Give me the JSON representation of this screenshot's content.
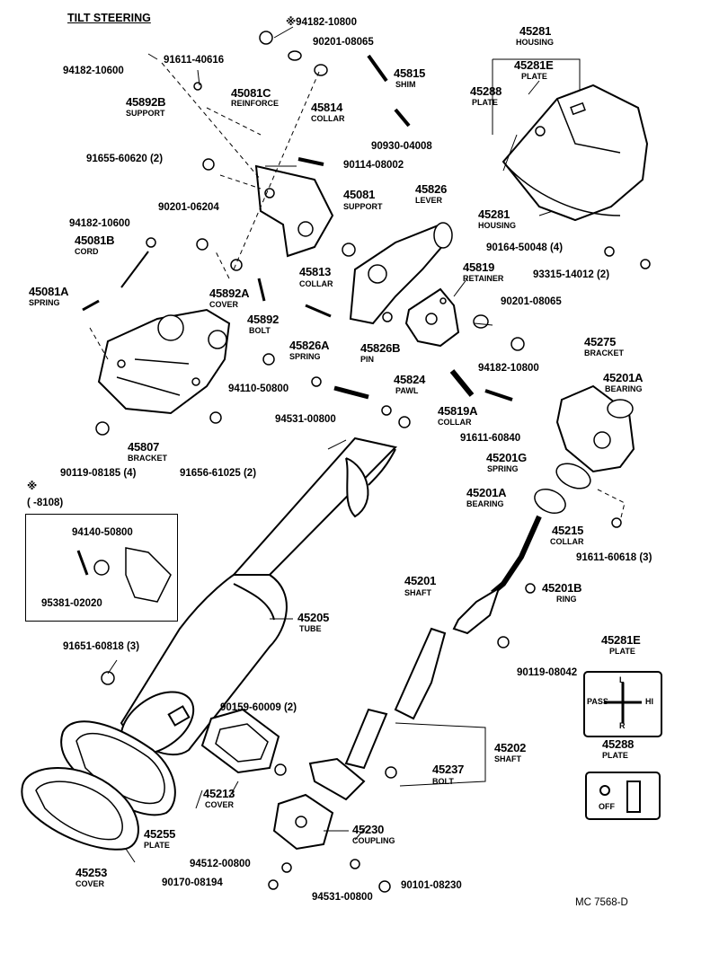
{
  "title": "TILT STEERING",
  "ref_code": "MC 7568-D",
  "asterisk": "※",
  "inset_range": "(    -8108)",
  "plate_marks": {
    "top": "L",
    "bottom": "R",
    "pass": "PASS",
    "hi": "HI",
    "off": "OFF"
  },
  "parts": [
    {
      "id": "p01",
      "number": "※94182-10800",
      "desc": ""
    },
    {
      "id": "p02",
      "number": "90201-08065",
      "desc": ""
    },
    {
      "id": "p03",
      "number": "94182-10600",
      "desc": ""
    },
    {
      "id": "p04",
      "number": "91611-40616",
      "desc": ""
    },
    {
      "id": "p05",
      "number": "45892B",
      "desc": "SUPPORT"
    },
    {
      "id": "p06",
      "number": "45081C",
      "desc": "REINFORCE"
    },
    {
      "id": "p07",
      "number": "45814",
      "desc": "COLLAR"
    },
    {
      "id": "p08",
      "number": "45815",
      "desc": "SHIM"
    },
    {
      "id": "p09",
      "number": "90930-04008",
      "desc": ""
    },
    {
      "id": "p10",
      "number": "91655-60620 (2)",
      "desc": ""
    },
    {
      "id": "p11",
      "number": "90114-08002",
      "desc": ""
    },
    {
      "id": "p12",
      "number": "45081",
      "desc": "SUPPORT"
    },
    {
      "id": "p13",
      "number": "90201-06204",
      "desc": ""
    },
    {
      "id": "p14",
      "number": "94182-10600",
      "desc": ""
    },
    {
      "id": "p15",
      "number": "45081B",
      "desc": "CORD"
    },
    {
      "id": "p16",
      "number": "45826",
      "desc": "LEVER"
    },
    {
      "id": "p17",
      "number": "45813",
      "desc": "COLLAR"
    },
    {
      "id": "p18",
      "number": "45819",
      "desc": "RETAINER"
    },
    {
      "id": "p19",
      "number": "45892A",
      "desc": "COVER"
    },
    {
      "id": "p20",
      "number": "45081A",
      "desc": "SPRING"
    },
    {
      "id": "p21",
      "number": "45892",
      "desc": "BOLT"
    },
    {
      "id": "p22",
      "number": "90201-08065",
      "desc": ""
    },
    {
      "id": "p23",
      "number": "45826A",
      "desc": "SPRING"
    },
    {
      "id": "p24",
      "number": "45826B",
      "desc": "PIN"
    },
    {
      "id": "p25",
      "number": "94182-10800",
      "desc": ""
    },
    {
      "id": "p26",
      "number": "94110-50800",
      "desc": ""
    },
    {
      "id": "p27",
      "number": "45824",
      "desc": "PAWL"
    },
    {
      "id": "p28",
      "number": "94531-00800",
      "desc": ""
    },
    {
      "id": "p29",
      "number": "45819A",
      "desc": "COLLAR"
    },
    {
      "id": "p30",
      "number": "91611-60840",
      "desc": ""
    },
    {
      "id": "p31",
      "number": "45807",
      "desc": "BRACKET"
    },
    {
      "id": "p32",
      "number": "90119-08185 (4)",
      "desc": ""
    },
    {
      "id": "p33",
      "number": "91656-61025 (2)",
      "desc": ""
    },
    {
      "id": "p34",
      "number": "45281",
      "desc": "HOUSING"
    },
    {
      "id": "p35",
      "number": "45281E",
      "desc": "PLATE"
    },
    {
      "id": "p36",
      "number": "45288",
      "desc": "PLATE"
    },
    {
      "id": "p37",
      "number": "45281",
      "desc": "HOUSING"
    },
    {
      "id": "p38",
      "number": "90164-50048 (4)",
      "desc": ""
    },
    {
      "id": "p39",
      "number": "93315-14012 (2)",
      "desc": ""
    },
    {
      "id": "p40",
      "number": "45275",
      "desc": "BRACKET"
    },
    {
      "id": "p41",
      "number": "45201A",
      "desc": "BEARING"
    },
    {
      "id": "p42",
      "number": "45201G",
      "desc": "SPRING"
    },
    {
      "id": "p43",
      "number": "45201A",
      "desc": "BEARING"
    },
    {
      "id": "p44",
      "number": "45215",
      "desc": "COLLAR"
    },
    {
      "id": "p45",
      "number": "91611-60618 (3)",
      "desc": ""
    },
    {
      "id": "p46",
      "number": "45201",
      "desc": "SHAFT"
    },
    {
      "id": "p47",
      "number": "45201B",
      "desc": "RING"
    },
    {
      "id": "p48",
      "number": "90119-08042",
      "desc": ""
    },
    {
      "id": "p49",
      "number": "45205",
      "desc": "TUBE"
    },
    {
      "id": "p50",
      "number": "91651-60818 (3)",
      "desc": ""
    },
    {
      "id": "p51",
      "number": "90159-60009 (2)",
      "desc": ""
    },
    {
      "id": "p52",
      "number": "45202",
      "desc": "SHAFT"
    },
    {
      "id": "p53",
      "number": "45237",
      "desc": "BOLT"
    },
    {
      "id": "p54",
      "number": "45213",
      "desc": "COVER"
    },
    {
      "id": "p55",
      "number": "45255",
      "desc": "PLATE"
    },
    {
      "id": "p56",
      "number": "45230",
      "desc": "COUPLING"
    },
    {
      "id": "p57",
      "number": "45253",
      "desc": "COVER"
    },
    {
      "id": "p58",
      "number": "94512-00800",
      "desc": ""
    },
    {
      "id": "p59",
      "number": "90170-08194",
      "desc": ""
    },
    {
      "id": "p60",
      "number": "94531-00800",
      "desc": ""
    },
    {
      "id": "p61",
      "number": "90101-08230",
      "desc": ""
    },
    {
      "id": "p62",
      "number": "45281E",
      "desc": "PLATE"
    },
    {
      "id": "p63",
      "number": "45288",
      "desc": "PLATE"
    }
  ],
  "inset_parts": [
    {
      "id": "i1",
      "number": "94140-50800"
    },
    {
      "id": "i2",
      "number": "95381-02020"
    }
  ]
}
